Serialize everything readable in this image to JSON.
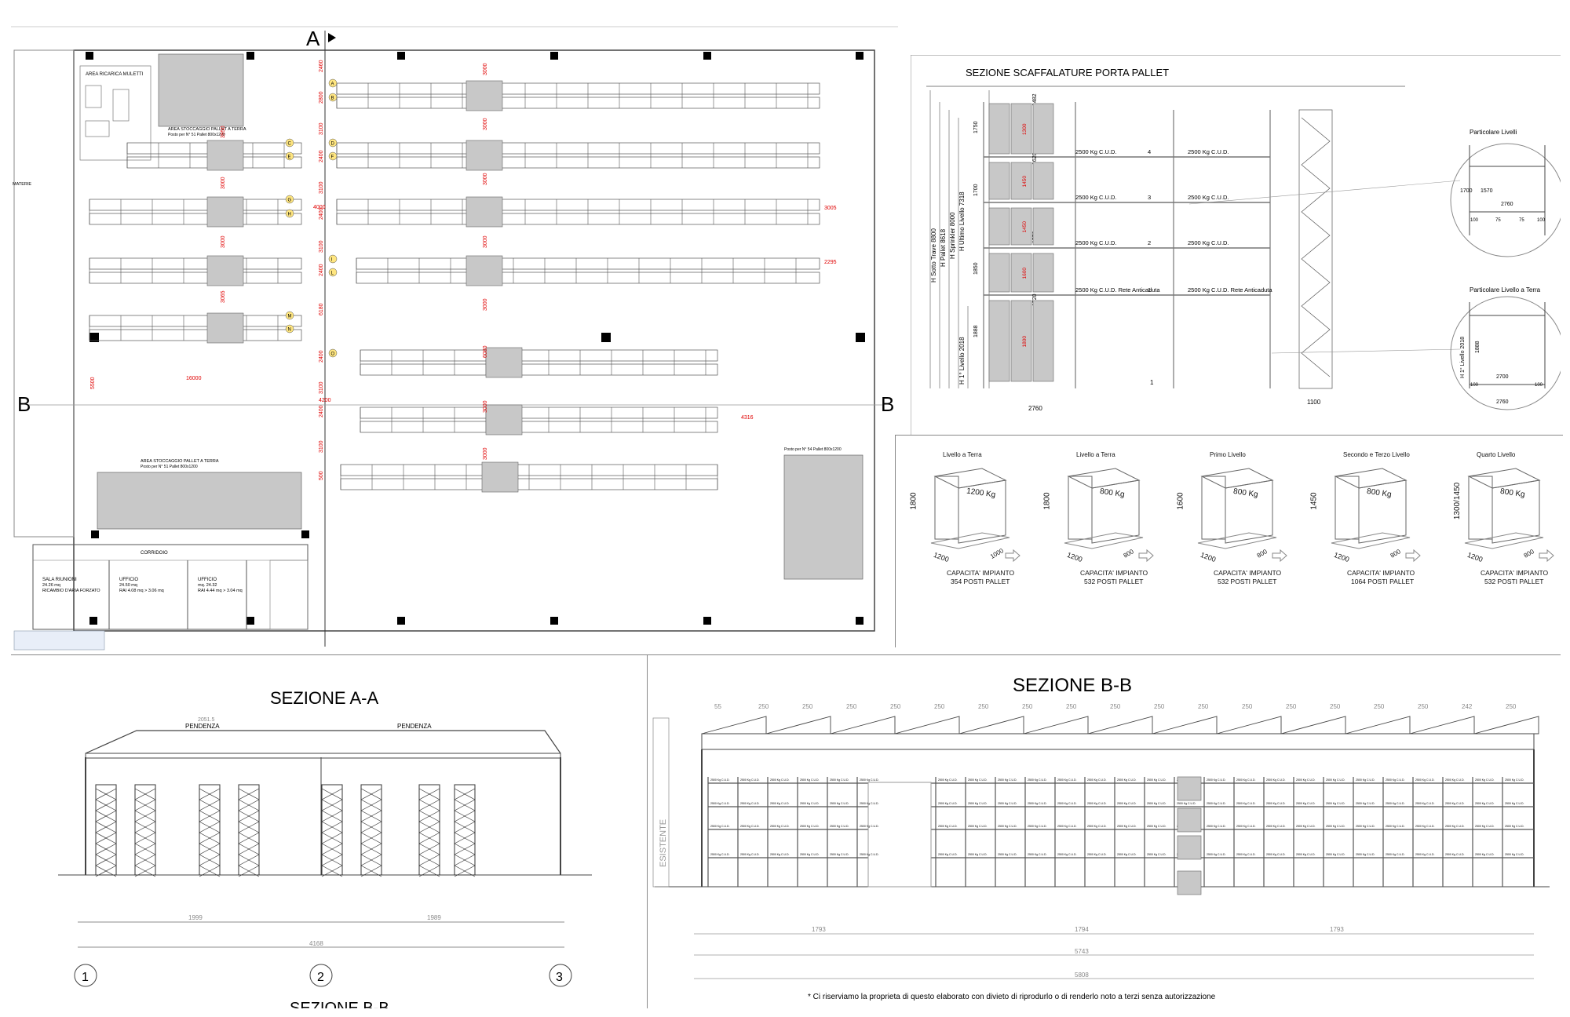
{
  "plan": {
    "section_a_marker": "A",
    "section_b_marker": "B",
    "section_b_marker_right": "B",
    "charging_area_label": "AREA RICARICA MULETTI",
    "ground_storage_label": "AREA STOCCAGGIO PALLET A TERRA",
    "ground_storage_sub": "Posto per N° 51 Pallet 800x1200",
    "ground_storage_bottom_label": "AREA STOCCAGGIO PALLET A TERRA",
    "ground_storage_bottom_sub": "Posto per N° 51 Pallet 800x1200",
    "ground_storage_right_sub": "Posto per N° 54 Pallet 800x1200",
    "materie_label": "MATERIE",
    "corridor_label": "CORRIDOIO",
    "rooms": [
      {
        "name": "SALA RIUNIONI",
        "area": "24.26 mq",
        "extra": "RICAMBIO D'ARIA FORZATO"
      },
      {
        "name": "UFFICIO",
        "area": "24.50 mq",
        "extra": "RAI 4.08 mq > 3.06 mq"
      },
      {
        "name": "UFFICIO",
        "area": "mq. 24.32",
        "extra": "RAI 4.44 mq > 3.04 mq"
      }
    ],
    "dims_vertical": [
      "2460",
      "2800",
      "3100",
      "2400",
      "3100",
      "2400",
      "3100",
      "2400",
      "6180",
      "2400",
      "3100",
      "2400",
      "3100",
      "500"
    ],
    "dims_rack_gaps": [
      "3000",
      "3000",
      "3000",
      "3000",
      "3000",
      "6080",
      "3000",
      "3000"
    ],
    "dims_left": [
      "3950",
      "3000",
      "3000",
      "3065",
      "5500"
    ],
    "dims_horizontal": {
      "width_4000": "4000",
      "width_4200": "4200",
      "bottom_16000": "16000",
      "r3005": "3005",
      "r2295": "2295",
      "r4316": "4316"
    },
    "row_letters": [
      "A",
      "B",
      "C",
      "D",
      "E",
      "F",
      "G",
      "H",
      "I",
      "L",
      "M",
      "N",
      "O"
    ]
  },
  "rack_section": {
    "title": "SEZIONE SCAFFALATURE PORTA PALLET",
    "left_heights": [
      "H Sotto Trave 8800",
      "H Pallet 8618",
      "H Sprinkler 8000",
      "H Ultimo Livello 7318",
      "H 1° Livello 2018"
    ],
    "level_dims": [
      "1482",
      "1750",
      "1620",
      "1700",
      "1570",
      "1850",
      "1720",
      "1888"
    ],
    "loads": [
      {
        "left": "2500 Kg C.U.D.",
        "num": "4",
        "right": "2500 Kg C.U.D."
      },
      {
        "left": "2500 Kg C.U.D.",
        "num": "3",
        "right": "2500 Kg C.U.D."
      },
      {
        "left": "2500 Kg C.U.D.",
        "num": "2",
        "right": "2500 Kg C.U.D."
      },
      {
        "left": "2500 Kg C.U.D. Rete Anticaduta",
        "num": "1",
        "right": "2500 Kg C.U.D. Rete Anticaduta"
      }
    ],
    "pallet_heights": [
      "1300",
      "1450",
      "1450",
      "1600",
      "1800"
    ],
    "width_2760": "2760",
    "depth_1100": "1100",
    "ground_marker": "1",
    "detail_levels_title": "Particolare Livelli",
    "detail_levels_dims": {
      "h1700": "1700",
      "h1570": "1570",
      "w2760": "2760",
      "s1": "100",
      "s2": "75",
      "s3": "75",
      "s4": "100"
    },
    "detail_ground_title": "Particolare Livello a Terra",
    "detail_ground_dims": {
      "h1888": "1888",
      "h_first": "H 1° Livello 2018",
      "w2700": "2700",
      "w2760": "2760",
      "s1": "100",
      "s2": "100"
    }
  },
  "capacity": [
    {
      "title": "Livello a Terra",
      "height": "1800",
      "weight": "1200 Kg",
      "w": "1200",
      "d": "1000",
      "cap": "CAPACITA' IMPIANTO",
      "posts": "354  POSTI PALLET"
    },
    {
      "title": "Livello a Terra",
      "height": "1800",
      "weight": "800 Kg",
      "w": "1200",
      "d": "800",
      "cap": "CAPACITA' IMPIANTO",
      "posts": "532  POSTI PALLET"
    },
    {
      "title": "Primo Livello",
      "height": "1600",
      "weight": "800 Kg",
      "w": "1200",
      "d": "800",
      "cap": "CAPACITA' IMPIANTO",
      "posts": "532  POSTI PALLET"
    },
    {
      "title": "Secondo e Terzo  Livello",
      "height": "1450",
      "weight": "800 Kg",
      "w": "1200",
      "d": "800",
      "cap": "CAPACITA' IMPIANTO",
      "posts": "1064  POSTI PALLET"
    },
    {
      "title": "Quarto Livello",
      "height": "1300/1450",
      "weight": "800 Kg",
      "w": "1200",
      "d": "800",
      "cap": "CAPACITA' IMPIANTO",
      "posts": "532  POSTI PALLET"
    }
  ],
  "section_aa": {
    "title": "SEZIONE A-A",
    "slope_left": "PENDENZA",
    "slope_right": "PENDENZA",
    "top_dim": "2051.5",
    "bottom_dims": [
      "1999",
      "1989"
    ],
    "total": "4168",
    "axes": [
      "1",
      "2",
      "3"
    ],
    "cut_next": "SEZIONE B-B"
  },
  "section_bb": {
    "title": "SEZIONE B-B",
    "bay_dim": "250",
    "first_dim": "55",
    "last_dim": "242",
    "existing_label": "ESISTENTE",
    "bottom_dims": [
      "1793",
      "1794",
      "1793"
    ],
    "total": "5743",
    "overall": "5808",
    "beam_load": "2500 Kg C.U.D."
  },
  "footnote": "* Ci riserviamo la proprieta di questo elaborato con divieto di riprodurlo o di renderlo noto a terzi senza autorizzazione",
  "colors": {
    "red_dims": "#e00000",
    "pallet_fill": "#c8c8c8",
    "line": "#333333"
  }
}
